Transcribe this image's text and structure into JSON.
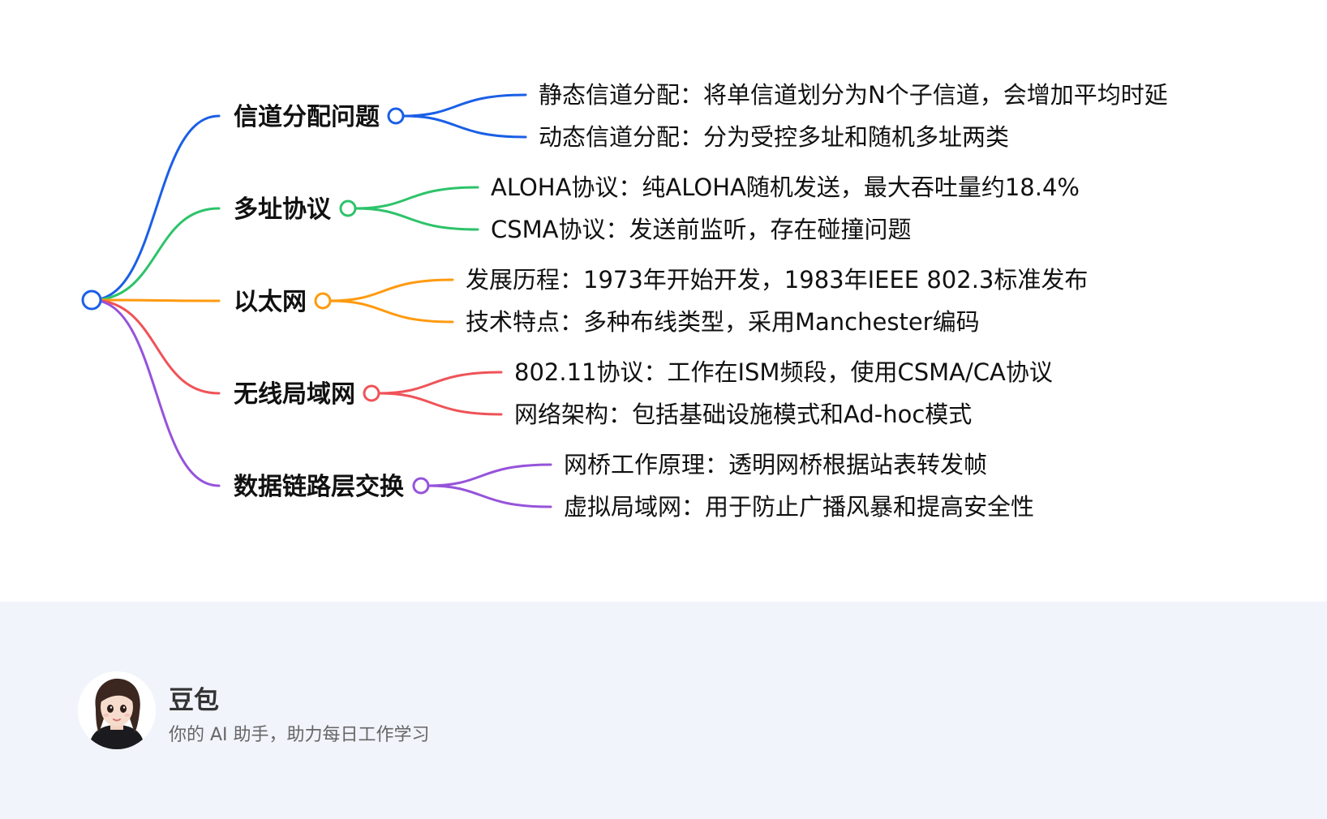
{
  "mindmap": {
    "branches": [
      {
        "label": "信道分配问题",
        "color": "#1a5fe6",
        "children": [
          "静态信道分配：将单信道划分为N个子信道，会增加平均时延",
          "动态信道分配：分为受控多址和随机多址两类"
        ]
      },
      {
        "label": "多址协议",
        "color": "#2dc36a",
        "children": [
          "ALOHA协议：纯ALOHA随机发送，最大吞吐量约18.4%",
          "CSMA协议：发送前监听，存在碰撞问题"
        ]
      },
      {
        "label": "以太网",
        "color": "#ff9a0e",
        "children": [
          "发展历程：1973年开始开发，1983年IEEE 802.3标准发布",
          "技术特点：多种布线类型，采用Manchester编码"
        ]
      },
      {
        "label": "无线局域网",
        "color": "#ef5358",
        "children": [
          "802.11协议：工作在ISM频段，使用CSMA/CA协议",
          "网络架构：包括基础设施模式和Ad-hoc模式"
        ]
      },
      {
        "label": "数据链路层交换",
        "color": "#9653db",
        "children": [
          "网桥工作原理：透明网桥根据站表转发帧",
          "虚拟局域网：用于防止广播风暴和提高安全性"
        ]
      }
    ],
    "root_color": "#1a5fe6"
  },
  "footer": {
    "name": "豆包",
    "tagline": "你的 AI 助手，助力每日工作学习"
  }
}
